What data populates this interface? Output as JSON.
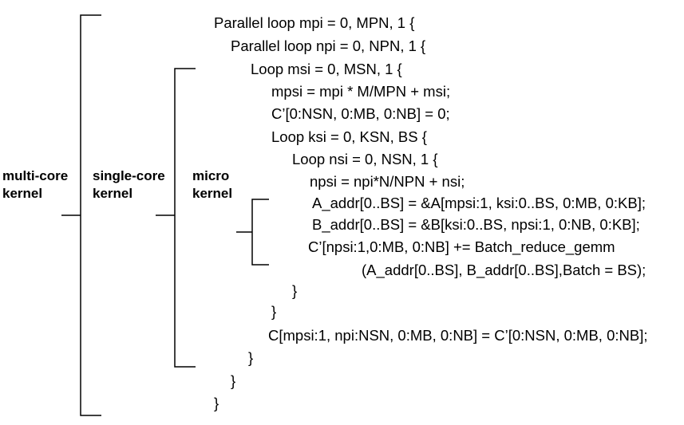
{
  "labels": {
    "multi_core": [
      "multi-core",
      "kernel"
    ],
    "single_core": [
      "single-core",
      "kernel"
    ],
    "micro": [
      "micro",
      "kernel"
    ]
  },
  "code_lines": [
    "Parallel loop mpi = 0, MPN, 1 {",
    "Parallel loop npi = 0, NPN, 1 {",
    "Loop msi = 0, MSN, 1 {",
    "mpsi = mpi * M/MPN + msi;",
    "C’[0:NSN, 0:MB, 0:NB] = 0;",
    "Loop ksi  = 0, KSN, BS {",
    "Loop nsi = 0, NSN, 1 {",
    "npsi = npi*N/NPN + nsi;",
    "A_addr[0..BS] = &A[mpsi:1, ksi:0..BS, 0:MB, 0:KB];",
    "B_addr[0..BS] = &B[ksi:0..BS, npsi:1, 0:NB, 0:KB];",
    "C’[npsi:1,0:MB, 0:NB] += Batch_reduce_gemm",
    "(A_addr[0..BS], B_addr[0..BS],Batch = BS);",
    "}",
    "}",
    "C[mpsi:1, npi:NSN, 0:MB, 0:NB] = C’[0:NSN, 0:MB, 0:NB];",
    "}",
    "}",
    "}"
  ]
}
